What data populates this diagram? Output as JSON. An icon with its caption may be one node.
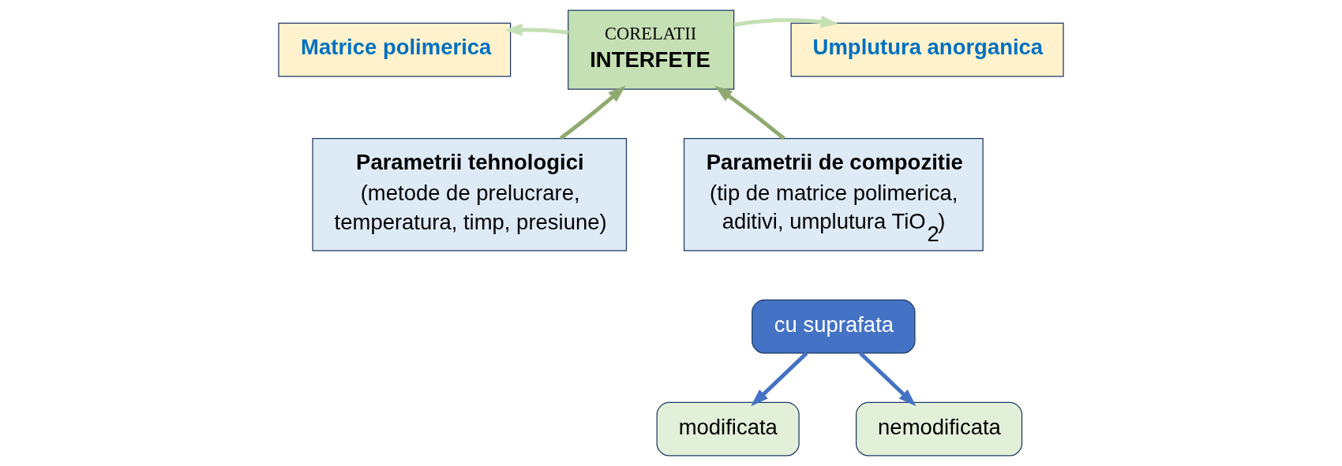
{
  "diagram": {
    "nodes": [
      {
        "text": [
          "Matrice polimerica"
        ]
      },
      {
        "text": [
          "CORELATII",
          "INTERFETE"
        ]
      },
      {
        "text": [
          "Umplutura anorganica"
        ]
      },
      {
        "text": [
          "Parametrii tehnologici",
          "(metode de prelucrare, temperatura, timp, presiune)"
        ]
      },
      {
        "text": [
          "Parametrii de compozitie",
          "(tip de matrice polimerica, aditivi, umplutura TiO$_{2}$)"
        ]
      },
      {
        "text": [
          "cu suprafata"
        ]
      },
      {
        "text": [
          "modificata"
        ]
      },
      {
        "text": [
          "nemodificata"
        ]
      }
    ],
    "edges": [
      {
        "from": 1,
        "to": 0,
        "arrow": "to",
        "color": "#c5e0b4"
      },
      {
        "from": 1,
        "to": 2,
        "arrow": "to",
        "color": "#c5e0b4"
      },
      {
        "from": 3,
        "to": 1,
        "arrow": "to",
        "color": "#8faa70"
      },
      {
        "from": 4,
        "to": 1,
        "arrow": "to",
        "color": "#8faa70"
      },
      {
        "from": 5,
        "to": 6,
        "arrow": "to",
        "color": "#4472c4"
      },
      {
        "from": 5,
        "to": 7,
        "arrow": "to",
        "color": "#4472c4"
      }
    ]
  }
}
